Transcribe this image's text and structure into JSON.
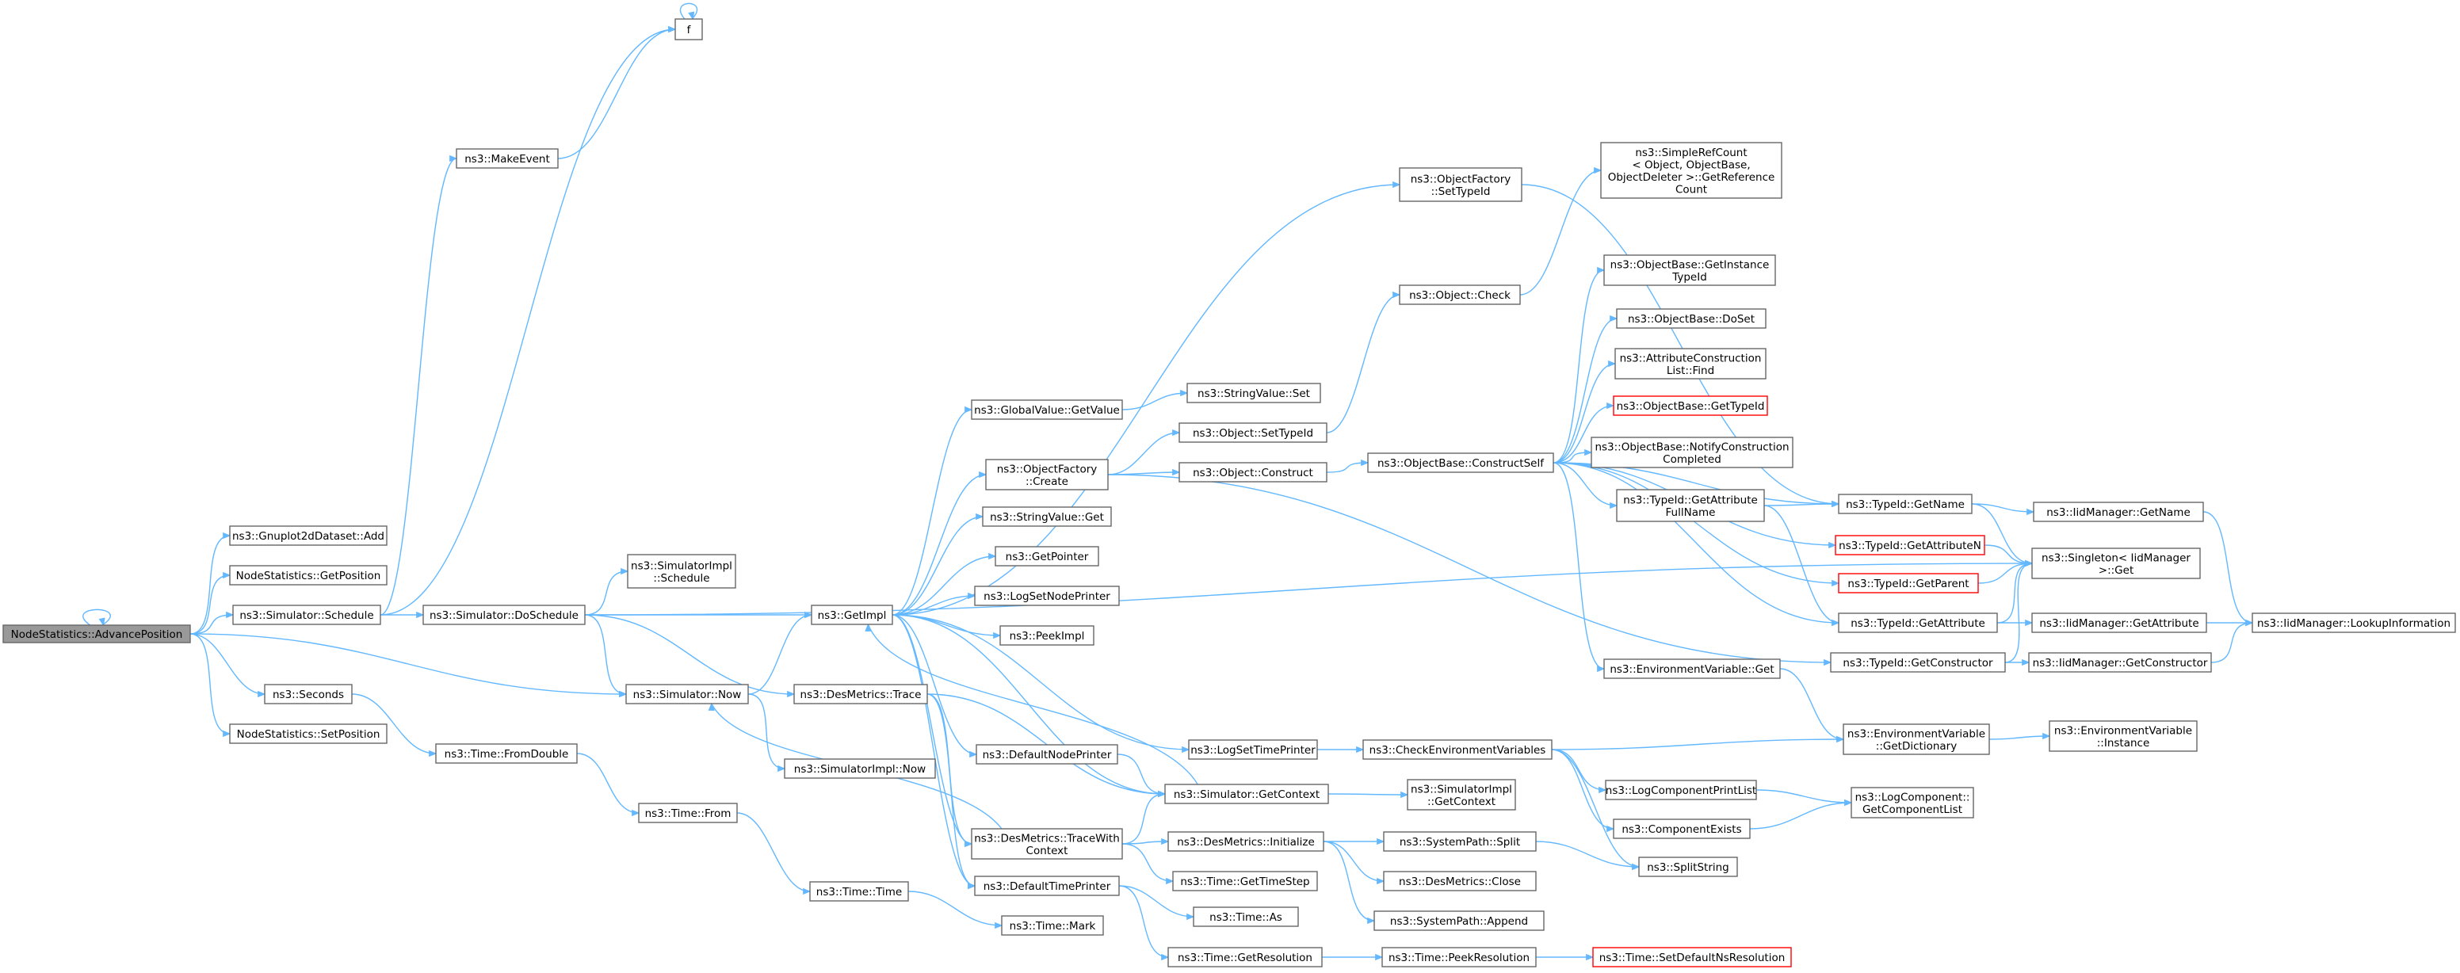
{
  "graph": {
    "type": "call-graph",
    "colors": {
      "edge": "#63b8ff",
      "border": "#666666",
      "root_fill": "#999999",
      "highlight_border": "#ff0000",
      "text": "#000000"
    },
    "nodes": [
      {
        "id": "advpos",
        "lines": [
          "NodeStatistics::AdvancePosition"
        ],
        "style": "root"
      },
      {
        "id": "f",
        "lines": [
          "f"
        ]
      },
      {
        "id": "makeevent",
        "lines": [
          "ns3::MakeEvent"
        ]
      },
      {
        "id": "gnuadd",
        "lines": [
          "ns3::Gnuplot2dDataset::Add"
        ]
      },
      {
        "id": "getpos",
        "lines": [
          "NodeStatistics::GetPosition"
        ]
      },
      {
        "id": "schedule",
        "lines": [
          "ns3::Simulator::Schedule"
        ]
      },
      {
        "id": "seconds",
        "lines": [
          "ns3::Seconds"
        ]
      },
      {
        "id": "setpos",
        "lines": [
          "NodeStatistics::SetPosition"
        ]
      },
      {
        "id": "dosched",
        "lines": [
          "ns3::Simulator::DoSchedule"
        ]
      },
      {
        "id": "simimplsched",
        "lines": [
          "ns3::SimulatorImpl",
          "::Schedule"
        ]
      },
      {
        "id": "now",
        "lines": [
          "ns3::Simulator::Now"
        ]
      },
      {
        "id": "fromdouble",
        "lines": [
          "ns3::Time::FromDouble"
        ]
      },
      {
        "id": "from",
        "lines": [
          "ns3::Time::From"
        ]
      },
      {
        "id": "time",
        "lines": [
          "ns3::Time::Time"
        ]
      },
      {
        "id": "mark",
        "lines": [
          "ns3::Time::Mark"
        ]
      },
      {
        "id": "desmtrace",
        "lines": [
          "ns3::DesMetrics::Trace"
        ]
      },
      {
        "id": "simimplnow",
        "lines": [
          "ns3::SimulatorImpl::Now"
        ]
      },
      {
        "id": "getimpl",
        "lines": [
          "ns3::GetImpl"
        ]
      },
      {
        "id": "gvgetvalue",
        "lines": [
          "ns3::GlobalValue::GetValue"
        ]
      },
      {
        "id": "ofcreate",
        "lines": [
          "ns3::ObjectFactory",
          "::Create"
        ]
      },
      {
        "id": "svget",
        "lines": [
          "ns3::StringValue::Get"
        ]
      },
      {
        "id": "getpointer",
        "lines": [
          "ns3::GetPointer"
        ]
      },
      {
        "id": "logsetnode",
        "lines": [
          "ns3::LogSetNodePrinter"
        ]
      },
      {
        "id": "peekimpl",
        "lines": [
          "ns3::PeekImpl"
        ]
      },
      {
        "id": "defnode",
        "lines": [
          "ns3::DefaultNodePrinter"
        ]
      },
      {
        "id": "tracewith",
        "lines": [
          "ns3::DesMetrics::TraceWith",
          "Context"
        ]
      },
      {
        "id": "deftime",
        "lines": [
          "ns3::DefaultTimePrinter"
        ]
      },
      {
        "id": "svset",
        "lines": [
          "ns3::StringValue::Set"
        ]
      },
      {
        "id": "objsettype",
        "lines": [
          "ns3::Object::SetTypeId"
        ]
      },
      {
        "id": "objconstruct",
        "lines": [
          "ns3::Object::Construct"
        ]
      },
      {
        "id": "logsettime",
        "lines": [
          "ns3::LogSetTimePrinter"
        ]
      },
      {
        "id": "simgetctx",
        "lines": [
          "ns3::Simulator::GetContext"
        ]
      },
      {
        "id": "desminit",
        "lines": [
          "ns3::DesMetrics::Initialize"
        ]
      },
      {
        "id": "gettimestep",
        "lines": [
          "ns3::Time::GetTimeStep"
        ]
      },
      {
        "id": "timeas",
        "lines": [
          "ns3::Time::As"
        ]
      },
      {
        "id": "getres",
        "lines": [
          "ns3::Time::GetResolution"
        ]
      },
      {
        "id": "ofsettype",
        "lines": [
          "ns3::ObjectFactory",
          "::SetTypeId"
        ]
      },
      {
        "id": "objcheck",
        "lines": [
          "ns3::Object::Check"
        ]
      },
      {
        "id": "obconstructself",
        "lines": [
          "ns3::ObjectBase::ConstructSelf"
        ]
      },
      {
        "id": "checkenv",
        "lines": [
          "ns3::CheckEnvironmentVariables"
        ]
      },
      {
        "id": "simimplgetctx",
        "lines": [
          "ns3::SimulatorImpl",
          "::GetContext"
        ]
      },
      {
        "id": "syssplit",
        "lines": [
          "ns3::SystemPath::Split"
        ]
      },
      {
        "id": "desmclose",
        "lines": [
          "ns3::DesMetrics::Close"
        ]
      },
      {
        "id": "sysappend",
        "lines": [
          "ns3::SystemPath::Append"
        ]
      },
      {
        "id": "peekres",
        "lines": [
          "ns3::Time::PeekResolution"
        ]
      },
      {
        "id": "setdefns",
        "lines": [
          "ns3::Time::SetDefaultNsResolution"
        ],
        "style": "red"
      },
      {
        "id": "refcount",
        "lines": [
          "ns3::SimpleRefCount",
          "< Object, ObjectBase,",
          "ObjectDeleter >::GetReference",
          "Count"
        ]
      },
      {
        "id": "obgetinst",
        "lines": [
          "ns3::ObjectBase::GetInstance",
          "TypeId"
        ]
      },
      {
        "id": "obdoset",
        "lines": [
          "ns3::ObjectBase::DoSet"
        ]
      },
      {
        "id": "attrconstruct",
        "lines": [
          "ns3::AttributeConstruction",
          "List::Find"
        ]
      },
      {
        "id": "obgettypeid",
        "lines": [
          "ns3::ObjectBase::GetTypeId"
        ],
        "style": "red"
      },
      {
        "id": "obnotify",
        "lines": [
          "ns3::ObjectBase::NotifyConstruction",
          "Completed"
        ]
      },
      {
        "id": "tidgetattrfull",
        "lines": [
          "ns3::TypeId::GetAttribute",
          "FullName"
        ]
      },
      {
        "id": "envget",
        "lines": [
          "ns3::EnvironmentVariable::Get"
        ]
      },
      {
        "id": "logcompprint",
        "lines": [
          "ns3::LogComponentPrintList"
        ]
      },
      {
        "id": "compexists",
        "lines": [
          "ns3::ComponentExists"
        ]
      },
      {
        "id": "splitstring",
        "lines": [
          "ns3::SplitString"
        ]
      },
      {
        "id": "tidgetname",
        "lines": [
          "ns3::TypeId::GetName"
        ]
      },
      {
        "id": "tidgetattrn",
        "lines": [
          "ns3::TypeId::GetAttributeN"
        ],
        "style": "red"
      },
      {
        "id": "tidgetparent",
        "lines": [
          "ns3::TypeId::GetParent"
        ],
        "style": "red"
      },
      {
        "id": "tidgetattr",
        "lines": [
          "ns3::TypeId::GetAttribute"
        ]
      },
      {
        "id": "tidgetctor",
        "lines": [
          "ns3::TypeId::GetConstructor"
        ]
      },
      {
        "id": "envgetdict",
        "lines": [
          "ns3::EnvironmentVariable",
          "::GetDictionary"
        ]
      },
      {
        "id": "logcompgetlist",
        "lines": [
          "ns3::LogComponent::",
          "GetComponentList"
        ]
      },
      {
        "id": "iidgetname",
        "lines": [
          "ns3::IidManager::GetName"
        ]
      },
      {
        "id": "singleton",
        "lines": [
          "ns3::Singleton< IidManager",
          ">::Get"
        ]
      },
      {
        "id": "iidgetattr",
        "lines": [
          "ns3::IidManager::GetAttribute"
        ]
      },
      {
        "id": "iidgetctor",
        "lines": [
          "ns3::IidManager::GetConstructor"
        ]
      },
      {
        "id": "envinstance",
        "lines": [
          "ns3::EnvironmentVariable",
          "::Instance"
        ]
      },
      {
        "id": "iidlookup",
        "lines": [
          "ns3::IidManager::LookupInformation"
        ]
      }
    ]
  }
}
